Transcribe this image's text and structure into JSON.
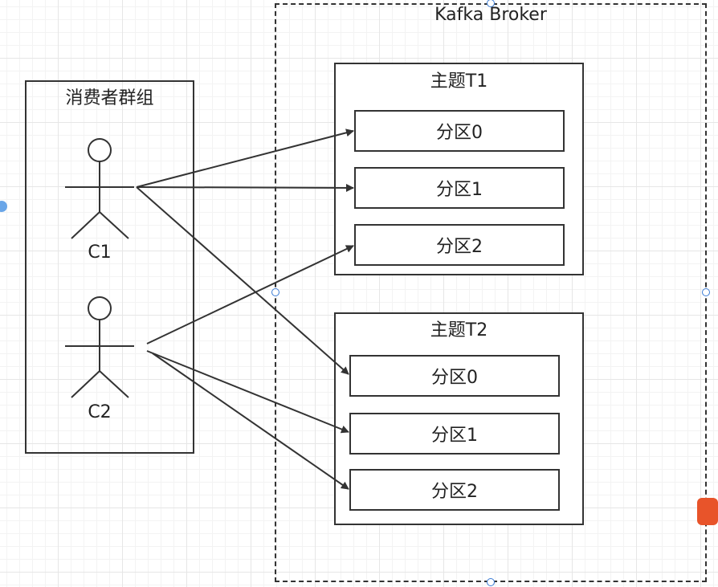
{
  "broker": {
    "label": "Kafka Broker"
  },
  "group": {
    "label": "消费者群组",
    "consumers": [
      {
        "label": "C1"
      },
      {
        "label": "C2"
      }
    ]
  },
  "topics": [
    {
      "label": "主题T1",
      "partitions": [
        "分区0",
        "分区1",
        "分区2"
      ]
    },
    {
      "label": "主题T2",
      "partitions": [
        "分区0",
        "分区1",
        "分区2"
      ]
    }
  ],
  "colors": {
    "stroke": "#333333",
    "handle": "#3a7bd5",
    "watermark": "#e8542a"
  },
  "connections": [
    {
      "from": "C1",
      "to": "主题T1/分区0"
    },
    {
      "from": "C1",
      "to": "主题T1/分区1"
    },
    {
      "from": "C1",
      "to": "主题T2/分区0"
    },
    {
      "from": "C2",
      "to": "主题T1/分区2"
    },
    {
      "from": "C2",
      "to": "主题T2/分区1"
    },
    {
      "from": "C2",
      "to": "主题T2/分区2"
    }
  ]
}
